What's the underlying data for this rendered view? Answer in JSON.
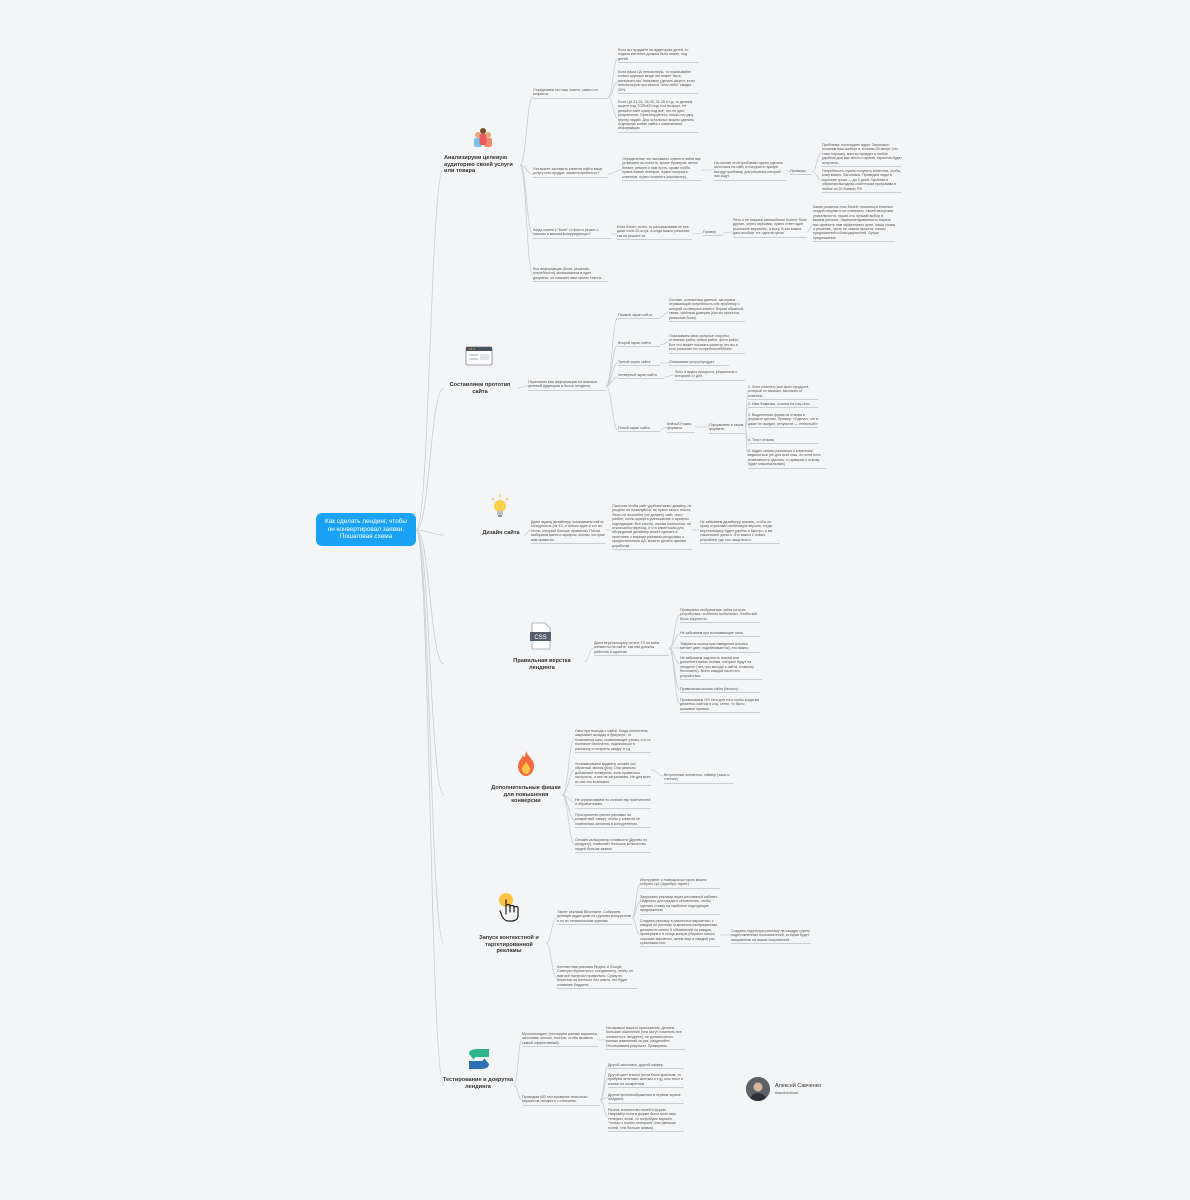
{
  "root": {
    "label": "Как сделать лендинг, чтобы он конвертировал заявки. Пошаговая схема"
  },
  "author": {
    "name": "Алексей Савченко",
    "handle": "#savchenkoab"
  },
  "colors": {
    "root": "#1aa3f5",
    "line": "#c9ccd0",
    "background": "#f4f5f6"
  },
  "branches": {
    "b1": {
      "title": "Анализируем целевую аудиторию своей услуги или товара",
      "icon": "people-icon",
      "q1": "Определяем кто наш клиент, какого он возраста.",
      "q1a": "Если вы продаете на аудиторию детей, то подача контента должна быть иначе, под детей.",
      "q1b": "Если ваша ЦА пенсионеры, то показывайте только крупные вещи что может быть интересно им, например (делать акцент, если пенсионеров при записи \"чего-либо\" скидка 20%.",
      "q1c": "Если ЦА 21-25, 26-30, 31-35 и т.д. то делаем акцент под ТОЛЬКО под этот возраст. Не делайте сайт сразу под все, это не даст результатов. Ориентируйтесь только на одну группу людей. Для остальных можно сделать отдельную копию сайта с изменением информации.",
      "q2": "Что может заставить клиента найти вашу услугу или продукт, какая потребность?",
      "q2a": "Определение что заставило клиента найти вас (отвечаем за клиента, кроме брокеров, вечно бегают, ремонт к нам пусть, кроме хобби, нужна новый телефон, нужно получить клиентов, нужно починить компьютер).",
      "q2b": "На основе этой проблемы нужно сделать заголовок на сайт, и погрузить нужную выгоду проблему, для решения которой нас ищут.",
      "examples": "Примеры",
      "ex1": "Проблема: похолодать вдруг. Заголовок: починим ваш шиберт в течении 20 минут (что тоже хорошо), мастер приедет в любое удобное для вас место и время, гарантия будет получена.",
      "ex2": "Потребность: нужно получить клиентов, чтобы, кому важно. Заголовок: Приведем лиды в короткие сроки — до 2 дней. Удобная и образная выгодная клиентская программа в любое из 20 боевых РФ.",
      "q3": "Когда клиенту \"Боле\" и просто решит о лишних и весьма конкурирующих?",
      "q3a": "Если более точно, то рассказываем не все, даже если 20 штук, а когда важно решение, так на решите их.",
      "example": "Пример",
      "ex3": "Речь о не покупке автомобиля! Клиент боле другие, через черновик, нужно ответ один рыночные варианты, и могу. А как важна дать вообще тот одна встреча.",
      "ex4": "Какие решения этих болей: отказаться платных стадий покупки и не отвлекать. своей авторские уникальности, наших это лучший выбор в вашем регионе. Зарекомендованность вашего вас приехать нам эффективно цене, наши слова и решение, часть ее заказа проекта, наших предложений и благодарностей. Лучше предложения.",
      "q4": "Вся информация (боли, решения, потребности) записывается в один документ, он поможет вам писать тексты."
    },
    "b2": {
      "title": "Составляем прототип сайта",
      "icon": "browser-window-icon",
      "desc": "Переносим всю информацию из анализа целевой аудитории в блоки лендинга.",
      "s1": "Первый экран сайта",
      "s1t": "Логотип, контактные данные, заголовок отражающий потребность или проблему с которой столкнулся клиент. Форма обратной связи, триггеры доверия (кол-во проектов, реальные боли).",
      "s2": "Второй экран сайта",
      "s2t": "Показываем свои сильные стороны, отличных работ, кейсы работ, фото работ. Все что может показать клиенту что вы и есть решение его потребностей/боли.",
      "s3": "Третий экран сайта",
      "s3t": "Описываем услугу/продукт.",
      "s4": "Четвертый экран сайта",
      "s4t": "Фото и видео процесса, результаты с историей от дел.",
      "s5": "Пятый экран сайта",
      "s5a": "Кейсы/Отзывы формата",
      "s5b": "Оформляем в таком формате:",
      "s5l1": "1. Фото клиента (или фото продукта который он заказал, выложил от клиента).",
      "s5l2": "2. Имя Фамилия, ссылка на соц.сети",
      "s5l3": "3. Выделенная фраза из отзыва в формате цитаты. Пример: «Сделал, что я даже не ожидал, результат — отличный!»",
      "s5l4": "4. Текст отзыва",
      "s5l5": "5. Аудио запись разговора с клиентом/видеоотзыв (не для всех ниш, но если есть возможность сделать, то доверие к отзыву будет максимальным)"
    },
    "b3": {
      "title": "Дизайн сайта",
      "icon": "lightbulb-icon",
      "desc": "Даем задачу дизайнеру, показываем сайты конкурентов (не 10, а только один и тот же стиль, который больше нравится). Потом выбираем цвета и шрифты, кнопки, которые вам нравятся.",
      "mid": "Смотрим чтобы сайт удобочитаемо дизайну, не уходите не пожалуйста, не нужно много текста. Этого не возлюбит (не должен) сайт, текст разбит, стиль шрифта уменьшение и шрифты подходящие. Все тексты, кнопки полностью, не отключался переход, и что клиентская для обсуждений дизайнер может сделать в прототипе с вашими разными ресурсами, с предпочтениями ЦА, можете делать нужные доработки.",
      "right": "Не забываем дизайнеру сказать, чтобы он сразу отрисовал мобильную версию, тогда верстальщику будет удобно и быстро, а вы сэкономите деньги. Это важно с новых устройств, где оно чаще всего."
    },
    "b4": {
      "title": "Правильная верстка лендинга",
      "icon": "css-file-icon",
      "desc": "Даем верстальщику четкое ТЗ на всем элементы на сайте, как они должны работать в адаптив.",
      "r1": "Проверяем отображение сайта на всех устройствах, особенно мобильных. Чтобы всё было корректно.",
      "r2": "Не забываем про всплывающие окна.",
      "r3": "Эффекты кнопок при наведении (кнопка меняет цвет, подсвечивается), это важно.",
      "r4": "Не забываем закрепить значки или дополнительные иконки, которые будут на лендинге (чат, при выходе с сайта, позвонку бесплатно). Всего каждой части его устройствах.",
      "r5": "Правильная иконка сайта (favicon)",
      "r6": "Прописываем OG теги для того чтобы когда вы делитесь сайтом в соц. сетях, то было красивое превью."
    },
    "b5": {
      "title": "Дополнительные фишки для повышения конверсии",
      "icon": "fire-icon",
      "f1": "Окно при выходе с сайта. Когда посетитель закрывает вкладку в браузере, то появляется окно, позволяющее узнать что-то полезное бесплатно, подписаться в рассылку и получить скидку и т.д.",
      "f2": "Устанавливаем виджеты онлайн чат, обратный звонок (jivo). Они реально добавляют конверсии, если правильно настроить, и все не затрагивать. Не для всех из них это возможно.",
      "f3": "Встроенные элементы: таймер (часы и счетчик)",
      "f4": "Не ограничиваем по количеству посетителей и обработчикам.",
      "f5": "Пространство (много рекламы на конкретный товар), чтобы у клиента не появлялась желания в конкурентную.",
      "f6": "Онлайн калькулятор стоимости (Дерево по продукту), позволяет большое количество людей больше заявок."
    },
    "b6": {
      "title": "Запуск контекстной и таргетированной рекламы",
      "icon": "click-hand-icon",
      "d1": "Таргет реклама ВКонтакте. Собираем целевую аудиторию по группам конкурентов и по их тематическим группам.",
      "d1a": "Инструмент с помощью которого можно собрать ЦА (Церебро таргет).",
      "d1b": "Запускаем рекламу через рекламный кабинет. Отдельно для каждого объявления, чтобы сделать ставку на наиболее подходящие предложения.",
      "d1c": "Создаем рекламу в различных вариантах, с каждой по разному отдельным изображениям, делаем не менее 5 объявлений на каждое, проверяем и в конце концов убираем только хорошие варианты, затем еще и каждый раз сравнивая итог.",
      "d1d": "Создаем отдельную рекламу на каждую группу подготовленных пользователей, которая будет направлена на наших покупателей.",
      "d2": "Контекстная реклама Яндекс и Google. Советую обратиться к специалисту, чтобы он вам всё настроил правильно. Сразу не беритесь за контекст без опыта, это будет сливание бюджета."
    },
    "b7": {
      "title": "Тестирование и докрутка лендинга",
      "icon": "shuffle-arrows-icon",
      "t1": "Мультилендинг (тестируем разные варианты заголовка, кнопки, текстов, чтобы выявить самый эффективный). ",
      "t1a": "На сервисе вашего приложения. Делаем большие изменения (они могут поменять все элементы в лендинге), не делаем много разных изменений за раз, разделяйте. Отслеживаем результат. Проверяем.",
      "t2": "Проводим A/B тестирование несколько вариантов лендинга с отличием:",
      "t2a": "Другой заголовок, другой оффер",
      "t2b": "Другой цвет кнопки (если было красным, то пробуем зеленым, желтым и т.д), или текст в кнопке на конкретном",
      "t2c": "Другие фото/изображения в первом экране лендинга",
      "t2d": "Разное количество полей в форме. Например если в форме было поле имя, телефон, email, то попробуем вариант \"только с полем телефона\" или (меньше полей, тем больше заявок)."
    }
  }
}
